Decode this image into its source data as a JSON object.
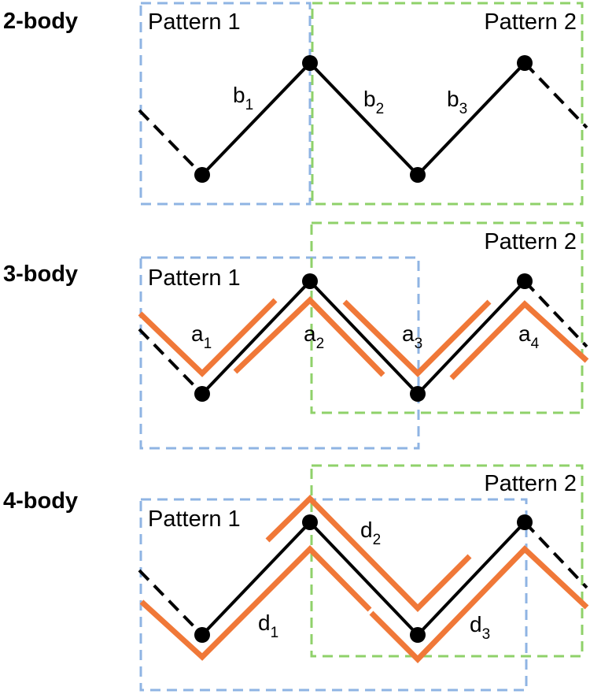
{
  "colors": {
    "pattern1_box": "#8fb4e3",
    "pattern2_box": "#8fd16a",
    "chain": "#000000",
    "highlight": "#f07838"
  },
  "rows": [
    {
      "label": "2-body",
      "pattern1": "Pattern 1",
      "pattern2": "Pattern 2",
      "bonds": [
        {
          "letter": "b",
          "sub": "1"
        },
        {
          "letter": "b",
          "sub": "2"
        },
        {
          "letter": "b",
          "sub": "3"
        }
      ]
    },
    {
      "label": "3-body",
      "pattern1": "Pattern 1",
      "pattern2": "Pattern 2",
      "bonds": [
        {
          "letter": "a",
          "sub": "1"
        },
        {
          "letter": "a",
          "sub": "2"
        },
        {
          "letter": "a",
          "sub": "3"
        },
        {
          "letter": "a",
          "sub": "4"
        }
      ]
    },
    {
      "label": "4-body",
      "pattern1": "Pattern 1",
      "pattern2": "Pattern 2",
      "bonds": [
        {
          "letter": "d",
          "sub": "1"
        },
        {
          "letter": "d",
          "sub": "2"
        },
        {
          "letter": "d",
          "sub": "3"
        }
      ]
    }
  ]
}
